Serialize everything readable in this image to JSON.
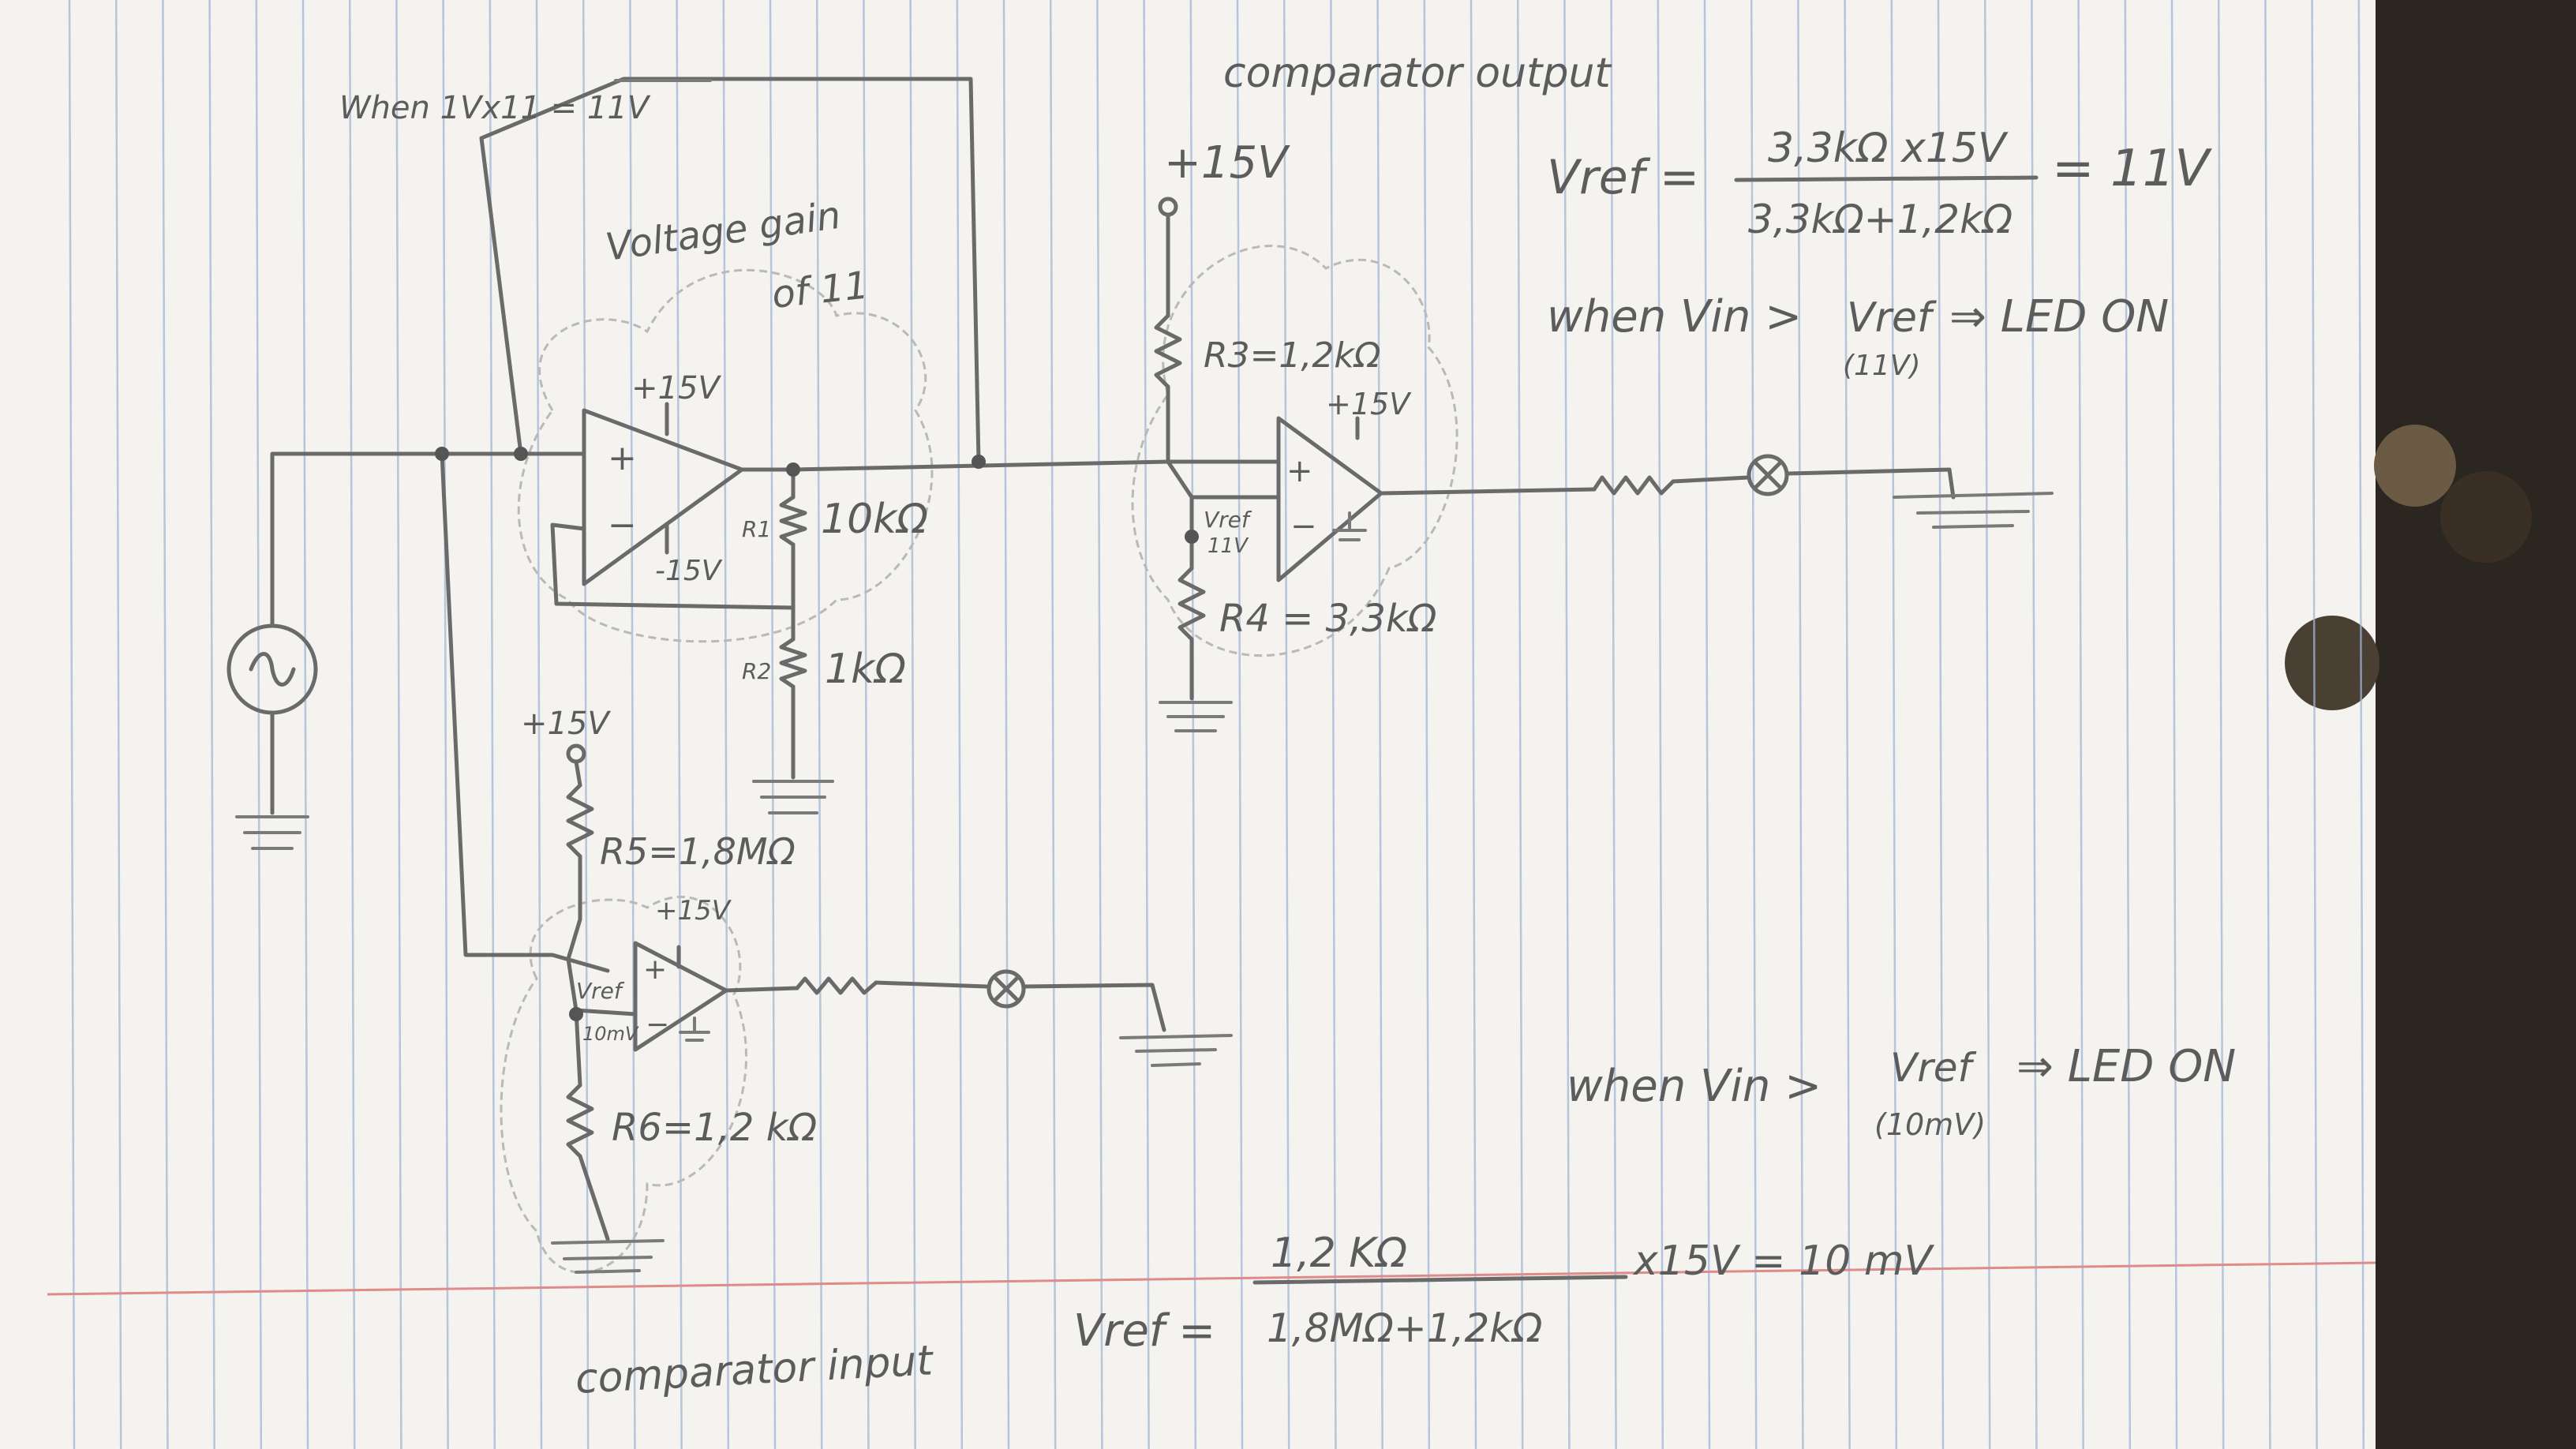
{
  "labels": {
    "feedback_note": "When 1Vx11 = 11V",
    "gain_line1": "Voltage gain",
    "gain_line2": "of 11",
    "comp_out_title": "comparator output",
    "plus15_top": "+15V",
    "vref_out_lhs": "Vref =",
    "vref_out_num": "3,3kΩ x15V",
    "vref_out_den": "3,3kΩ+1,2kΩ",
    "vref_out_eq": "= 11V",
    "cond_out_a": "when Vin >",
    "cond_out_vref": "Vref",
    "cond_out_sub": "(11V)",
    "cond_out_b": "⇒ LED ON",
    "opamp1_vplus": "+15V",
    "opamp1_vminus": "-15V",
    "opamp_plus": "+",
    "opamp_minus": "−",
    "r1_tag": "R1",
    "r1_val": "10kΩ",
    "r2_tag": "R2",
    "r2_val": "1kΩ",
    "r3": "R3=1,2kΩ",
    "opamp2_vplus": "+15V",
    "vref_mid": "Vref",
    "vref_mid_val": "11V",
    "r4": "R4 = 3,3kΩ",
    "plus15_r5": "+15V",
    "r5": "R5=1,8MΩ",
    "opamp3_vplus": "+15V",
    "vref_low": "Vref",
    "vref_low_val": "10mV",
    "r6": "R6=1,2 kΩ",
    "cond_in_a": "when Vin >",
    "cond_in_vref": "Vref",
    "cond_in_sub": "(10mV)",
    "cond_in_b": "⇒ LED ON",
    "vref_in_num": "1,2 KΩ",
    "vref_in_den": "1,8MΩ+1,2kΩ",
    "vref_in_tail": "x15V = 10 mV",
    "comp_in_title": "comparator input",
    "vref_in_lhs": "Vref ="
  },
  "colors": {
    "paper": "#f4f3ef",
    "rule_line": "#9fb6d6",
    "margin_line": "#e08a8a",
    "ink": "#5c5c5c",
    "background": "#2b2620"
  }
}
